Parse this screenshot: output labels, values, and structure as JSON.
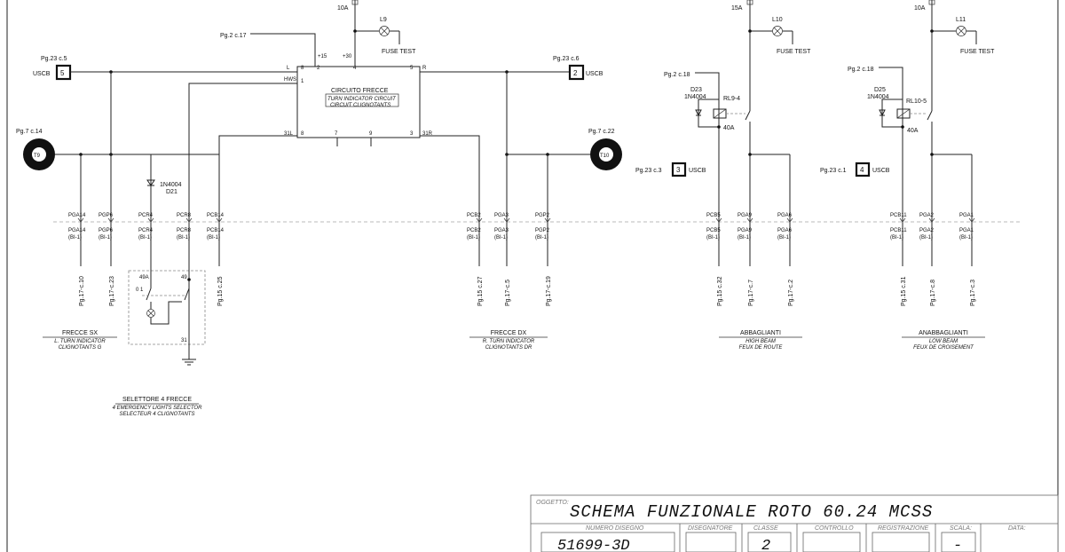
{
  "fuses": {
    "f1": "10A",
    "f2": "15A",
    "f3": "10A",
    "lamp_l9": "L9",
    "lamp_l10": "L10",
    "lamp_l11": "L11",
    "fuse_test": "FUSE TEST"
  },
  "refs": {
    "pg2_c17": "Pg.2 c.17",
    "pg23_c5": "Pg.23 c.5",
    "pg23_c6": "Pg.23 c.6",
    "pg7_c14": "Pg.7 c.14",
    "pg7_c22": "Pg.7 c.22",
    "pg2_c18a": "Pg.2 c.18",
    "pg2_c18b": "Pg.2 c.18",
    "pg23_c3": "Pg.23 c.3",
    "pg23_c1": "Pg.23 c.1"
  },
  "connectors": {
    "uscb": "USCB",
    "n5": "5",
    "n2": "2",
    "n3": "3",
    "n4": "4",
    "t9": "T9",
    "t10": "T10"
  },
  "module": {
    "title": "CIRCUITO FRECCE",
    "sub1": "TURN INDICATOR CIRCUIT",
    "sub2": "CIRCUIT CLIGNOTANTS",
    "pins": {
      "p15": "+15",
      "p30": "+30",
      "L": "L",
      "R": "R",
      "HWS": "HWS",
      "p31L": "31L",
      "p31R": "31R",
      "n8": "8",
      "n2": "2",
      "n4": "4",
      "n5": "5",
      "n1": "1",
      "n8b": "8",
      "n7": "7",
      "n9": "9",
      "n3": "3"
    }
  },
  "diodes": {
    "d21_type": "1N4004",
    "d21": "D21",
    "d23": "D23",
    "d23_type": "1N4004",
    "d25": "D25",
    "d25_type": "1N4004"
  },
  "relays": {
    "rl9": "RL9-4",
    "rl9_amp": "40A",
    "rl10": "RL10-5",
    "rl10_amp": "40A"
  },
  "wires": [
    {
      "top": "PGA14",
      "bot": "PGA14",
      "sub": "(BI-1)",
      "dest": "Pg.17-c.10"
    },
    {
      "top": "PGP6",
      "bot": "PGP6",
      "sub": "(BI-1)",
      "dest": "Pg.17-c.23"
    },
    {
      "top": "PCR4",
      "bot": "PCR4",
      "sub": "(BI-1)",
      "dest": ""
    },
    {
      "top": "PCR8",
      "bot": "PCR8",
      "sub": "(BI-1)",
      "dest": ""
    },
    {
      "top": "PCB14",
      "bot": "PCB14",
      "sub": "(BI-1)",
      "dest": "Pg.15 c.25"
    },
    {
      "top": "PCB2",
      "bot": "PCB2",
      "sub": "(BI-1)",
      "dest": "Pg.15 c.27"
    },
    {
      "top": "PGA3",
      "bot": "PGA3",
      "sub": "(BI-1)",
      "dest": "Pg.17-c.5"
    },
    {
      "top": "PGP2",
      "bot": "PGP2",
      "sub": "(BI-1)",
      "dest": "Pg.17-c.19"
    },
    {
      "top": "PCB5",
      "bot": "PCB5",
      "sub": "(BI-1)",
      "dest": "Pg.15 c.32"
    },
    {
      "top": "PGA9",
      "bot": "PGA9",
      "sub": "(BI-1)",
      "dest": "Pg.17-c.7"
    },
    {
      "top": "PGA6",
      "bot": "PGA6",
      "sub": "(BI-1)",
      "dest": "Pg.17-c.2"
    },
    {
      "top": "PCB11",
      "bot": "PCB11",
      "sub": "(BI-1)",
      "dest": "Pg.15 c.31"
    },
    {
      "top": "PGA2",
      "bot": "PGA2",
      "sub": "(BI-1)",
      "dest": "Pg.17-c.8"
    },
    {
      "top": "PGA1",
      "bot": "PGA1",
      "sub": "(BI-1)",
      "dest": "Pg.17-c.3"
    }
  ],
  "switch": {
    "c49a": "49A",
    "c49": "49",
    "c31": "31",
    "c1": "0 1"
  },
  "groups": {
    "left_title": "FRECCE SX",
    "left_en": "L. TURN INDICATOR",
    "left_fr": "CLIGNOTANTS G",
    "right_title": "FRECCE DX",
    "right_en": "R. TURN INDICATOR",
    "right_fr": "CLIGNOTANTS DR",
    "high_title": "ABBAGLIANTI",
    "high_en": "HIGH BEAM",
    "high_fr": "FEUX DE ROUTE",
    "low_title": "ANABBAGLIANTI",
    "low_en": "LOW BEAM",
    "low_fr": "FEUX DE CROISEMENT",
    "sel_title": "SELETTORE 4 FRECCE",
    "sel_en": "4 EMERGENCY LIGHTS SELECTOR",
    "sel_fr": "SELECTEUR 4 CLIGNOTANTS"
  },
  "title_block": {
    "oggetto_label": "OGGETTO:",
    "title": "SCHEMA FUNZIONALE ROTO 60.24 MCSS",
    "numero_label": "NUMERO DISEGNO",
    "numero": "51699-3D",
    "disegnatore_label": "DISEGNATORE",
    "classe_label": "CLASSE",
    "classe": "2",
    "controllo_label": "CONTROLLO",
    "registrazione_label": "REGISTRAZIONE",
    "scala_label": "SCALA:",
    "scala": "-",
    "data_label": "DATA:"
  }
}
